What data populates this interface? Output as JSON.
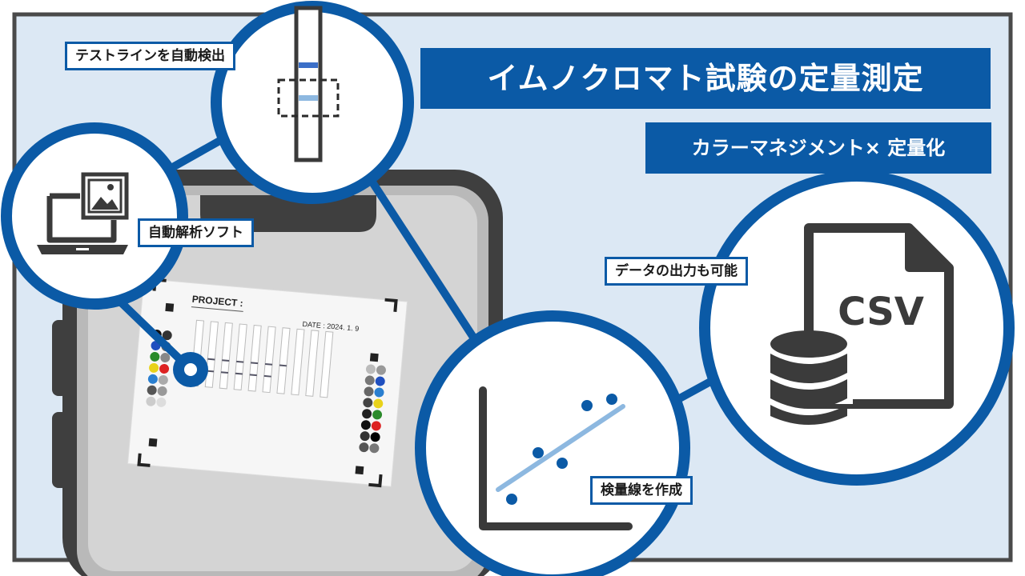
{
  "title": "イムノクロマト試験の定量測定",
  "subtitle": "カラーマネジメント× 定量化",
  "labels": {
    "test_line": "テストラインを自動検出",
    "software": "自動解析ソフト",
    "export": "データの出力も可能",
    "calibration": "検量線を作成"
  },
  "csv_text": "CSV",
  "sheet": {
    "project_label": "PROJECT :",
    "date_label": "DATE : 2024. 1. 9"
  },
  "colors": {
    "brand_blue": "#0b5aa6",
    "background": "#dce8f4",
    "frame": "#4a4a4a",
    "light_blue": "#8db8e0"
  },
  "icons": [
    "laptop-icon",
    "image-icon",
    "csv-file-icon",
    "database-icon",
    "scatter-chart-icon"
  ]
}
